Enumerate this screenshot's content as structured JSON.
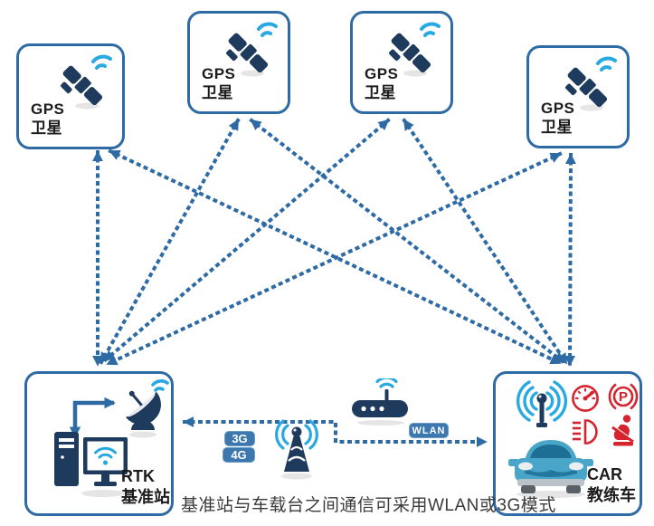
{
  "diagram": {
    "nodes": {
      "satellites": [
        {
          "id": "sat1",
          "label_en": "GPS",
          "label_zh": "卫星"
        },
        {
          "id": "sat2",
          "label_en": "GPS",
          "label_zh": "卫星"
        },
        {
          "id": "sat3",
          "label_en": "GPS",
          "label_zh": "卫星"
        },
        {
          "id": "sat4",
          "label_en": "GPS",
          "label_zh": "卫星"
        }
      ],
      "base_station": {
        "id": "rtk",
        "label_en": "RTK",
        "label_zh": "基准站"
      },
      "vehicle": {
        "id": "car",
        "label_en": "CAR",
        "label_zh": "教练车"
      }
    },
    "middle_links": {
      "pill_3g": "3G",
      "pill_4g": "4G",
      "pill_wlan": "WLAN"
    },
    "caption": "基准站与车载台之间通信可采用WLAN或3G模式",
    "links": [
      {
        "from": "sat1",
        "to": "rtk",
        "style": "dotted-double-arrow"
      },
      {
        "from": "sat1",
        "to": "car",
        "style": "dotted-double-arrow"
      },
      {
        "from": "sat2",
        "to": "rtk",
        "style": "dotted-double-arrow"
      },
      {
        "from": "sat2",
        "to": "car",
        "style": "dotted-double-arrow"
      },
      {
        "from": "sat3",
        "to": "rtk",
        "style": "dotted-double-arrow"
      },
      {
        "from": "sat3",
        "to": "car",
        "style": "dotted-double-arrow"
      },
      {
        "from": "sat4",
        "to": "rtk",
        "style": "dotted-double-arrow"
      },
      {
        "from": "sat4",
        "to": "car",
        "style": "dotted-double-arrow"
      },
      {
        "from": "rtk",
        "to": "car",
        "style": "dotted-double-arrow",
        "labels": [
          "3G",
          "4G",
          "WLAN"
        ]
      }
    ],
    "colors": {
      "line": "#2e6ba5",
      "navy": "#1e3a5c",
      "cyan": "#29a9e1",
      "cyan2": "#1b84c2",
      "red": "#d5242e",
      "teal": "#4aa6c8",
      "teal_dark": "#1d6f96",
      "pill": "#3c78ae",
      "text": "#1c1c1c",
      "caption": "#3a3a3a",
      "gray": "#b9c2c8",
      "wheel": "#5a6065"
    }
  }
}
